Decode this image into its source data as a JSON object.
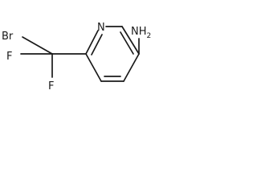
{
  "molecule": {
    "atoms": {
      "n_ring": "N",
      "nh2": "NH",
      "nh2_subscript": "2",
      "br": "Br",
      "f_left": "F",
      "f_bottom": "F"
    }
  }
}
